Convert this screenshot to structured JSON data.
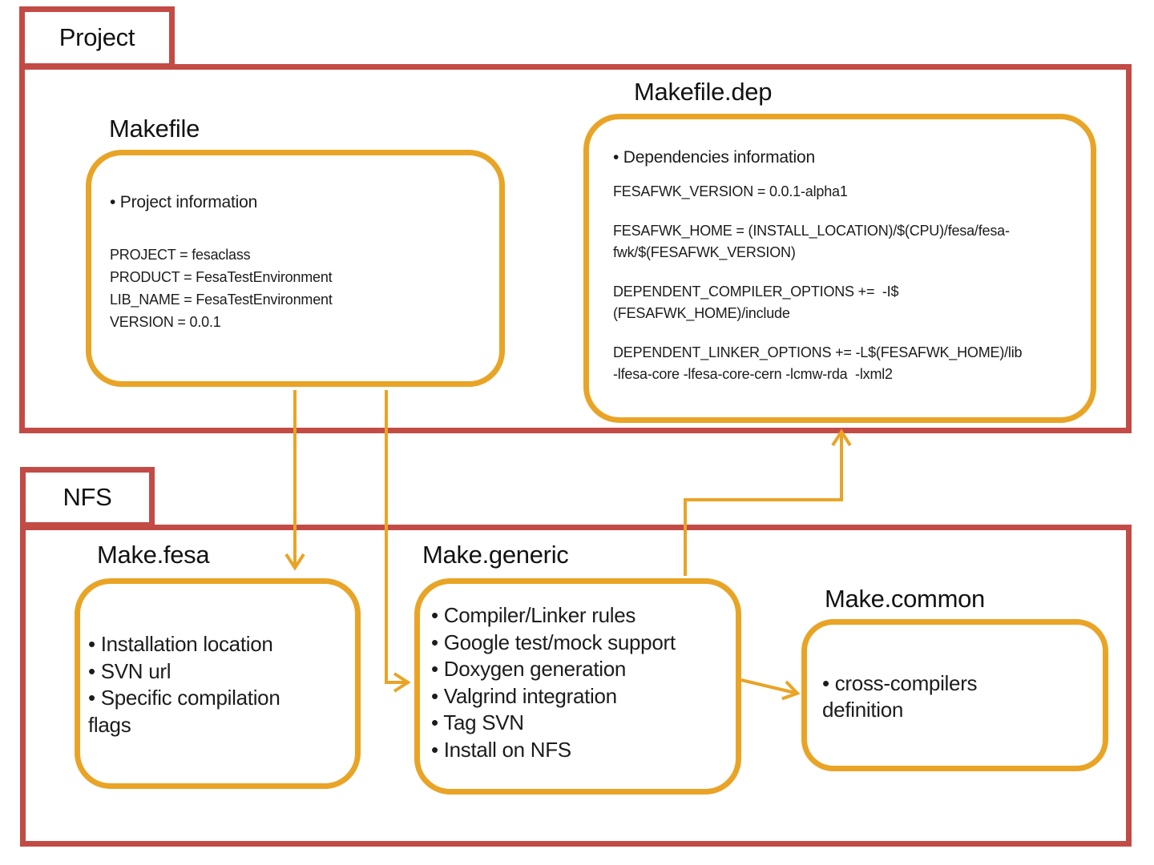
{
  "colors": {
    "container-red": "#C34B45",
    "box-orange": "#E9A426",
    "text": "#1C1C1C"
  },
  "project": {
    "label": "Project",
    "makefile": {
      "title": "Makefile",
      "bullet": "• Project information",
      "code_lines": [
        "PROJECT = fesaclass",
        "PRODUCT = FesaTestEnvironment",
        "LIB_NAME = FesaTestEnvironment",
        "VERSION = 0.0.1"
      ]
    },
    "makefile_dep": {
      "title": "Makefile.dep",
      "bullet": "• Dependencies information",
      "code_blocks": [
        [
          "FESAFWK_VERSION = 0.0.1-alpha1"
        ],
        [
          "FESAFWK_HOME = (INSTALL_LOCATION)/$(CPU)/fesa/fesa-",
          "fwk/$(FESAFWK_VERSION)"
        ],
        [
          "DEPENDENT_COMPILER_OPTIONS +=  -I$",
          "(FESAFWK_HOME)/include"
        ],
        [
          "DEPENDENT_LINKER_OPTIONS += -L$(FESAFWK_HOME)/lib",
          "-lfesa-core -lfesa-core-cern -lcmw-rda  -lxml2"
        ]
      ]
    }
  },
  "nfs": {
    "label": "NFS",
    "make_fesa": {
      "title": "Make.fesa",
      "bullets": [
        "• Installation location",
        "• SVN url",
        "• Specific compilation flags"
      ]
    },
    "make_generic": {
      "title": "Make.generic",
      "bullets": [
        "• Compiler/Linker rules",
        "• Google test/mock support",
        "• Doxygen generation",
        "• Valgrind integration",
        "• Tag SVN",
        "• Install on NFS"
      ]
    },
    "make_common": {
      "title": "Make.common",
      "bullets": [
        "• cross-compilers definition"
      ]
    }
  },
  "connections": [
    {
      "from": "Makefile",
      "to": "Make.fesa"
    },
    {
      "from": "Makefile",
      "to": "Make.generic"
    },
    {
      "from": "Make.generic",
      "to": "Makefile.dep"
    },
    {
      "from": "Make.generic",
      "to": "Make.common"
    }
  ]
}
